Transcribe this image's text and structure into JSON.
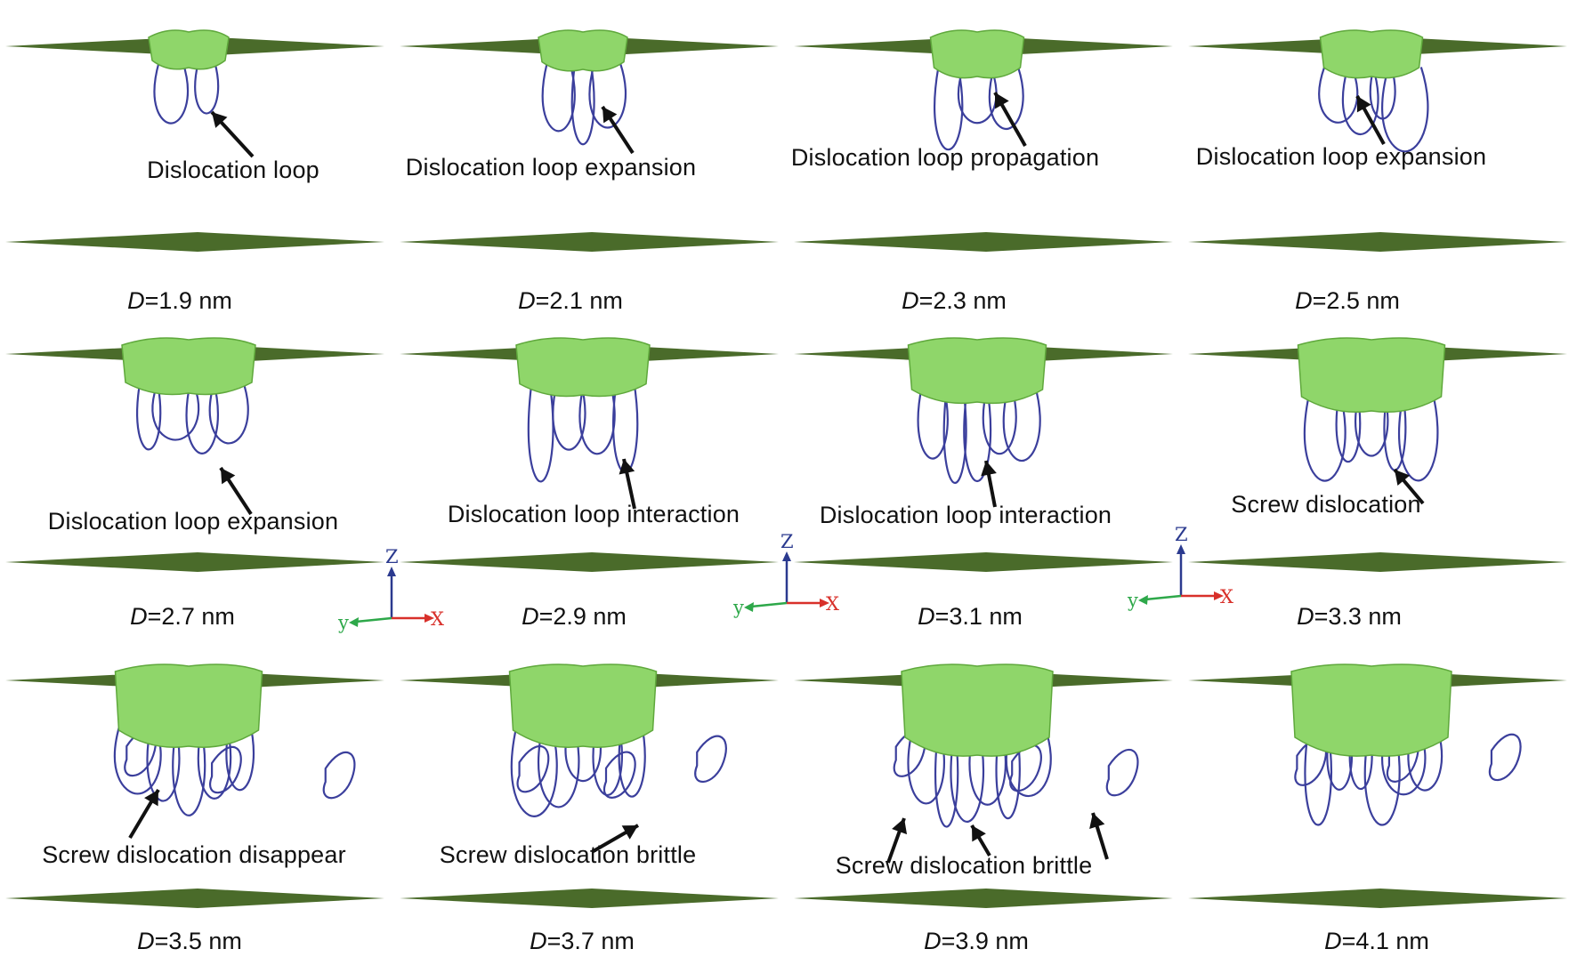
{
  "panels": [
    {
      "d_symbol": "D",
      "d_value": "=1.9 nm",
      "captions": [
        "Dislocation loop"
      ]
    },
    {
      "d_symbol": "D",
      "d_value": "=2.1 nm",
      "captions": [
        "Dislocation loop expansion"
      ]
    },
    {
      "d_symbol": "D",
      "d_value": "=2.3 nm",
      "captions": [
        "Dislocation loop propagation"
      ]
    },
    {
      "d_symbol": "D",
      "d_value": "=2.5 nm",
      "captions": [
        "Dislocation loop expansion"
      ]
    },
    {
      "d_symbol": "D",
      "d_value": "=2.7 nm",
      "captions": [
        "Dislocation loop expansion"
      ]
    },
    {
      "d_symbol": "D",
      "d_value": "=2.9 nm",
      "captions": [
        "Dislocation loop interaction"
      ]
    },
    {
      "d_symbol": "D",
      "d_value": "=3.1 nm",
      "captions": [
        "Dislocation loop interaction"
      ]
    },
    {
      "d_symbol": "D",
      "d_value": "=3.3 nm",
      "captions": [
        "Screw dislocation"
      ]
    },
    {
      "d_symbol": "D",
      "d_value": "=3.5 nm",
      "captions": [
        "Screw dislocation disappear"
      ]
    },
    {
      "d_symbol": "D",
      "d_value": "=3.7 nm",
      "captions": [
        "Screw dislocation brittle"
      ]
    },
    {
      "d_symbol": "D",
      "d_value": "=3.9 nm",
      "captions": [
        "Screw dislocation brittle"
      ]
    },
    {
      "d_symbol": "D",
      "d_value": "=4.1 nm",
      "captions": []
    }
  ],
  "axes_triad": {
    "z_label": "Z",
    "y_label": "y",
    "x_label": "X"
  },
  "colors": {
    "plate": "#4a6b2a",
    "cavity": "#8fd66a",
    "cavity_edge": "#5fa83c",
    "dislocation": "#3b3f9c",
    "arrow": "#111111",
    "axis_z": "#2b3a8f",
    "axis_y": "#2ea84a",
    "axis_x": "#d8302a"
  }
}
